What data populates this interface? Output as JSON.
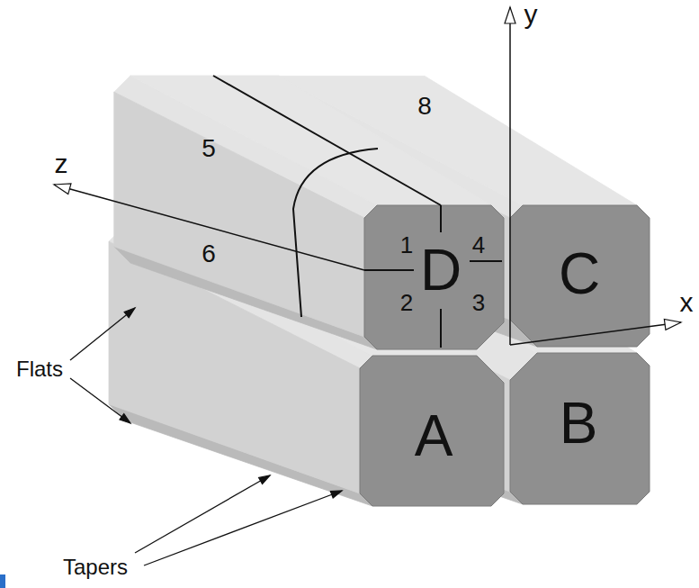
{
  "diagram": {
    "labels": [
      "y",
      "z",
      "8",
      "5",
      "1",
      "4",
      "D",
      "C",
      "x",
      "6",
      "2",
      "3",
      "Flats",
      "A",
      "B",
      "Tapers"
    ]
  }
}
